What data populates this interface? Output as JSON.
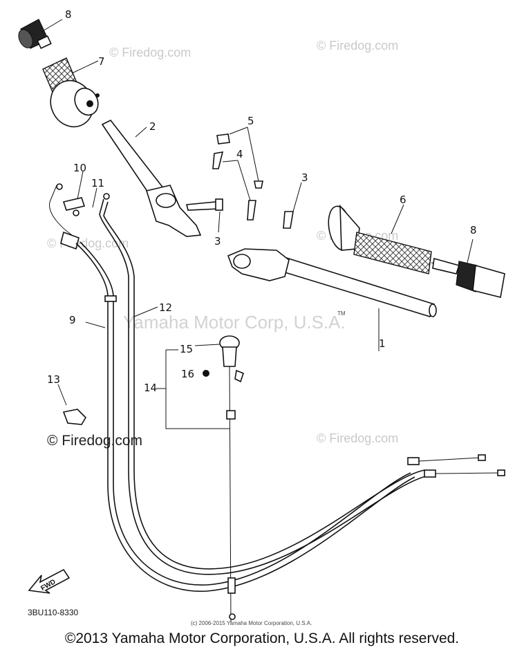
{
  "callouts": {
    "c1": "1",
    "c2": "2",
    "c3a": "3",
    "c3b": "3",
    "c4": "4",
    "c5": "5",
    "c6": "6",
    "c7": "7",
    "c8a": "8",
    "c8b": "8",
    "c9": "9",
    "c10": "10",
    "c11": "11",
    "c12": "12",
    "c13": "13",
    "c14": "14",
    "c15": "15",
    "c16": "16"
  },
  "watermarks": {
    "firedog_1": "© Firedog.com",
    "firedog_2": "© Firedog.com",
    "firedog_3": "© Firedog.com",
    "firedog_4": "© Firedog.com",
    "firedog_5": "© Firedog.com",
    "firedog_dark": "© Firedog.com",
    "yamaha_center": "Yamaha Motor Corp, U.S.A.",
    "tm": "TM"
  },
  "direction_label": "FWD",
  "diagram_code": "3BU110-8330",
  "small_copyright": "(c) 2006-2015 Yamaha Motor Corporation, U.S.A.",
  "footer_copyright": "©2013 Yamaha Motor Corporation, U.S.A. All rights reserved."
}
